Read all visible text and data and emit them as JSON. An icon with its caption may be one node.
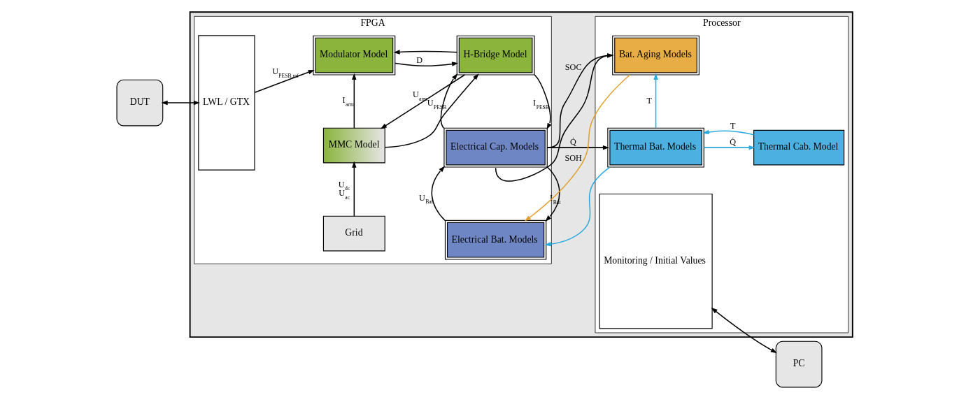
{
  "diagram": {
    "nodes": [
      {
        "text": [
          "DUT"
        ]
      },
      {
        "text": [],
        "shape": "box"
      },
      {
        "text": [
          "FPGA"
        ],
        "in": 1
      },
      {
        "text": [
          "Processor"
        ],
        "in": 1
      },
      {
        "text": [
          "LWL / GTX"
        ],
        "in": 2
      },
      {
        "text": [
          "Modulator Model"
        ],
        "in": 2
      },
      {
        "text": [
          "H-Bridge Model"
        ],
        "in": 2
      },
      {
        "text": [
          "MMC Model"
        ],
        "in": 2
      },
      {
        "text": [
          "Electrical Cap. Models"
        ],
        "in": 2
      },
      {
        "text": [
          "Grid"
        ],
        "in": 2
      },
      {
        "text": [
          "Electrical Bat. Models"
        ],
        "in": 2
      },
      {
        "text": [
          "Thermal Cab. Model"
        ],
        "in": 3
      },
      {
        "text": [
          "Thermal Bat. Models"
        ],
        "in": 3
      },
      {
        "text": [
          "Bat. Aging Models"
        ],
        "in": 3
      },
      {
        "text": [
          "Monitoring / Initial Values"
        ],
        "in": 3
      },
      {
        "text": [
          "PC"
        ]
      }
    ],
    "edges": [
      {
        "from": 0,
        "to": 4,
        "arrow": "both"
      },
      {
        "from": 4,
        "to": 5,
        "arrow": "to",
        "label": "U$_{PESB,ref}$"
      },
      {
        "from": 5,
        "to": 6,
        "arrow": "to",
        "label": "D"
      },
      {
        "from": 7,
        "to": 5,
        "arrow": "to",
        "label": "I$_{arm}$"
      },
      {
        "from": 7,
        "to": 6,
        "arrow": "to"
      },
      {
        "from": 6,
        "to": 5,
        "arrow": "to"
      },
      {
        "from": 6,
        "to": 7,
        "arrow": "to",
        "label": "U$_{arm}$"
      },
      {
        "from": 8,
        "to": 6,
        "arrow": "to",
        "label": "U$_{PESB}$"
      },
      {
        "from": 6,
        "to": 8,
        "arrow": "to",
        "label": "I$_{PESB}$"
      },
      {
        "from": 9,
        "to": 7,
        "arrow": "to",
        "label": "U$_{dc}$ U$_{ac}$"
      },
      {
        "from": 8,
        "to": 12,
        "arrow": "to",
        "label": "Q̇"
      },
      {
        "from": 8,
        "to": 13,
        "arrow": "to",
        "label": "SOC"
      },
      {
        "from": 10,
        "to": 8,
        "arrow": "to",
        "label": "U$_{Bat}$"
      },
      {
        "from": 8,
        "to": 10,
        "arrow": "to",
        "label": "I$_{Bat}$"
      },
      {
        "from": 8,
        "to": 13,
        "arrow": "to"
      },
      {
        "from": 11,
        "to": 12,
        "arrow": "to",
        "label": "T",
        "color": "#29a9e0"
      },
      {
        "from": 12,
        "to": 11,
        "arrow": "to",
        "label": "Q̇",
        "color": "#29a9e0"
      },
      {
        "from": 12,
        "to": 13,
        "arrow": "to",
        "label": "T",
        "color": "#29a9e0"
      },
      {
        "from": 12,
        "to": 10,
        "arrow": "to",
        "color": "#29a9e0"
      },
      {
        "from": 13,
        "to": 10,
        "arrow": "to",
        "label": "SOH",
        "color": "#e0a030"
      },
      {
        "from": 14,
        "to": 15,
        "arrow": "both"
      }
    ]
  }
}
